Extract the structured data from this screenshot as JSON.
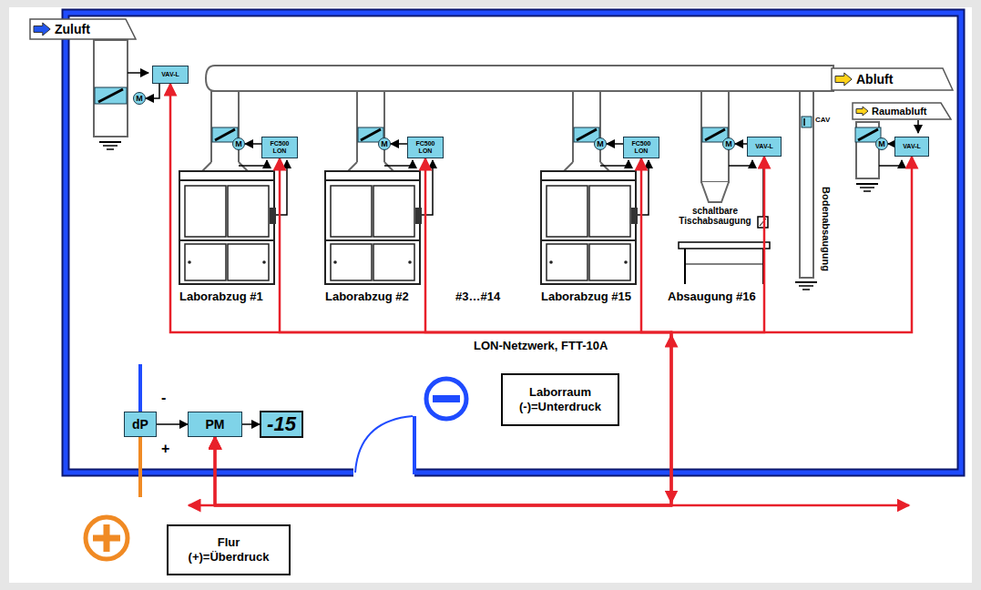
{
  "diagram": {
    "nodes": [
      {
        "text": [
          "Zuluft"
        ]
      },
      {
        "text": [
          "VAV-L"
        ]
      },
      {
        "text": [
          "M"
        ]
      },
      {
        "text": [
          "M"
        ]
      },
      {
        "text": [
          "FC500 LON"
        ]
      },
      {
        "text": [
          "M"
        ]
      },
      {
        "text": [
          "FC500 LON"
        ]
      },
      {
        "text": [
          "M"
        ]
      },
      {
        "text": [
          "FC500 LON"
        ]
      },
      {
        "text": [
          "M"
        ]
      },
      {
        "text": [
          "VAV-L"
        ]
      },
      {
        "text": [
          "Abluft"
        ]
      },
      {
        "text": [
          "Raumabluft"
        ]
      },
      {
        "text": [
          "M"
        ]
      },
      {
        "text": [
          "VAV-L"
        ]
      },
      {
        "text": [
          "dP"
        ]
      },
      {
        "text": [
          "PM"
        ]
      },
      {
        "text": [
          "-15"
        ]
      },
      {
        "text": [
          "Laborraum (-)=Unterdruck"
        ]
      },
      {
        "text": [
          "Flur (+)=Überdruck"
        ]
      }
    ],
    "edges": [
      {
        "from": 1,
        "to": 2,
        "arrow": "to"
      },
      {
        "from": 4,
        "to": 3,
        "arrow": "to"
      },
      {
        "from": 6,
        "to": 5,
        "arrow": "to"
      },
      {
        "from": 8,
        "to": 7,
        "arrow": "to"
      },
      {
        "from": 10,
        "to": 9,
        "arrow": "to"
      },
      {
        "from": 14,
        "to": 13,
        "arrow": "to"
      },
      {
        "from": 15,
        "to": 16,
        "arrow": "to"
      },
      {
        "from": 16,
        "to": 17,
        "arrow": "to"
      },
      {
        "from": 16,
        "to": 1,
        "arrow": "both"
      },
      {
        "from": 16,
        "to": 4,
        "arrow": "both"
      },
      {
        "from": 16,
        "to": 6,
        "arrow": "both"
      },
      {
        "from": 16,
        "to": 8,
        "arrow": "both"
      },
      {
        "from": 16,
        "to": 10,
        "arrow": "both"
      },
      {
        "from": 16,
        "to": 14,
        "arrow": "both"
      }
    ],
    "labels": [
      "CAV",
      "Bodenabsaugung",
      "schaltbare Tischabsaugung",
      "Laborabzug #1",
      "Laborabzug #2",
      "#3…#14",
      "Laborabzug #15",
      "Absaugung #16",
      "LON-Netzwerk, FTT-10A",
      "-",
      "+"
    ]
  }
}
